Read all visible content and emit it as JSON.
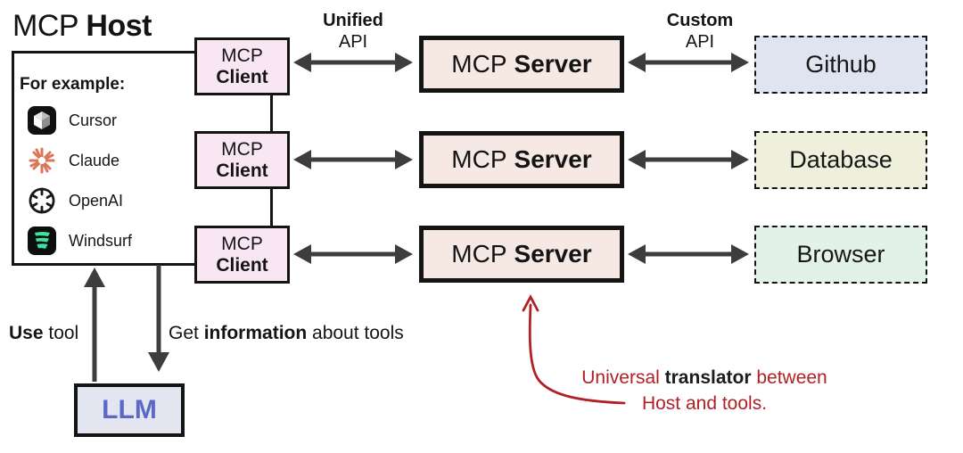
{
  "title": {
    "normal": "MCP",
    "bold": "Host"
  },
  "host": {
    "examples_heading": "For example:",
    "examples": [
      {
        "label": "Cursor",
        "icon": "cursor-icon"
      },
      {
        "label": "Claude",
        "icon": "claude-icon"
      },
      {
        "label": "OpenAI",
        "icon": "openai-icon"
      },
      {
        "label": "Windsurf",
        "icon": "windsurf-icon"
      }
    ]
  },
  "clients": [
    {
      "line1": "MCP",
      "line2": "Client"
    },
    {
      "line1": "MCP",
      "line2": "Client"
    },
    {
      "line1": "MCP",
      "line2": "Client"
    }
  ],
  "servers": [
    {
      "normal": "MCP",
      "bold": "Server"
    },
    {
      "normal": "MCP",
      "bold": "Server"
    },
    {
      "normal": "MCP",
      "bold": "Server"
    }
  ],
  "targets": [
    {
      "label": "Github"
    },
    {
      "label": "Database"
    },
    {
      "label": "Browser"
    }
  ],
  "api_labels": {
    "left_bold": "Unified",
    "left_sub": "API",
    "right_bold": "Custom",
    "right_sub": "API"
  },
  "flow_labels": {
    "use_bold": "Use",
    "use_rest": " tool",
    "get_pre": "Get ",
    "get_bold": "information",
    "get_rest": " about tools"
  },
  "llm": {
    "label": "LLM"
  },
  "annotation": {
    "pre": "Universal ",
    "bold": "translator",
    "post": " between",
    "line2": "Host and tools."
  },
  "colors": {
    "client_bg": "#f8e7f3",
    "server_bg": "#f6e9e3",
    "github_bg": "#dfe4f0",
    "database_bg": "#eff0db",
    "browser_bg": "#e2f2e9",
    "llm_bg": "#e3e5f1",
    "llm_text": "#5b68c7",
    "arrow": "#3d3d3d",
    "border": "#141414",
    "annotation_red": "#b02126",
    "claude_orange": "#d97757",
    "windsurf_green": "#3fe0a0"
  }
}
